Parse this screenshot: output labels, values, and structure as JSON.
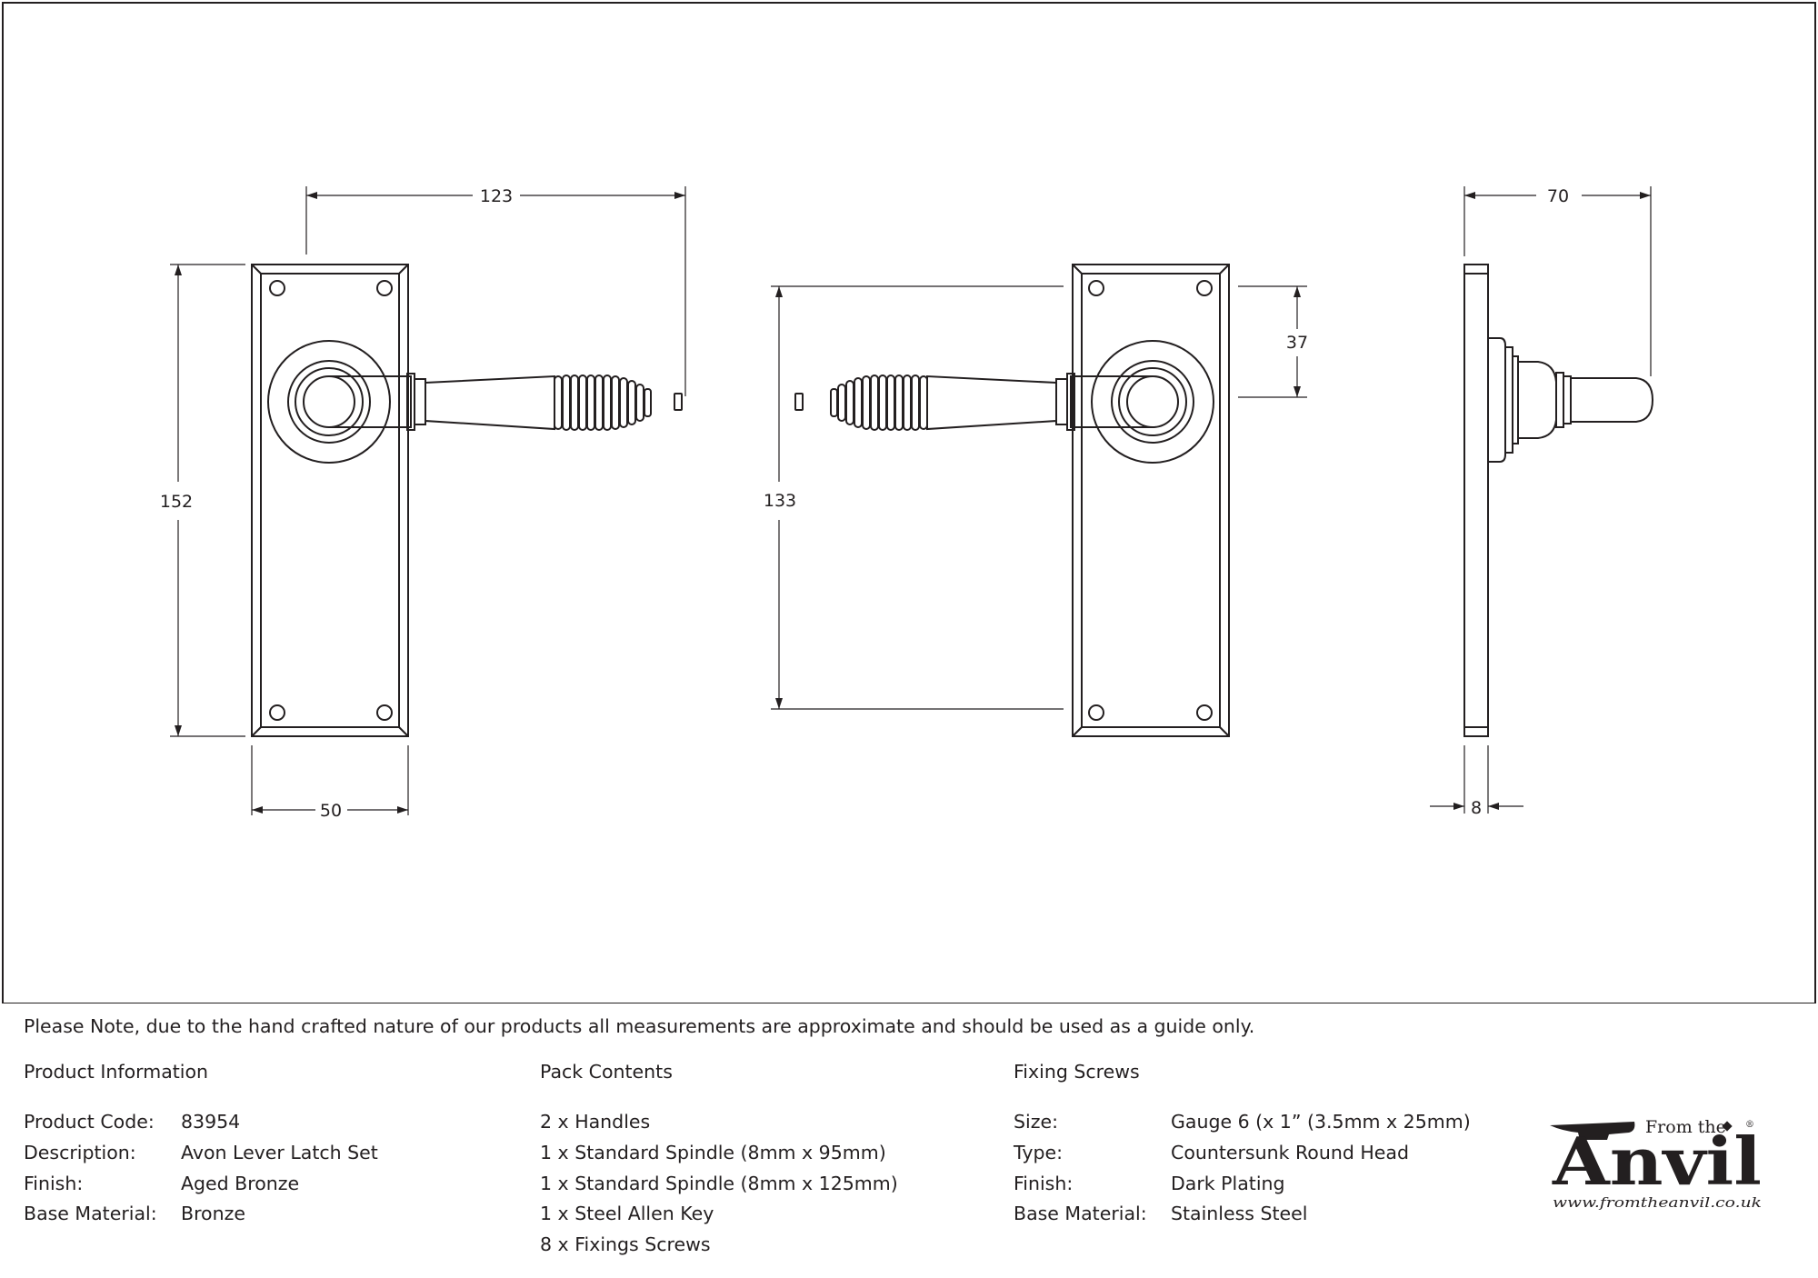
{
  "dimensions": {
    "front_overall_width": "123",
    "front_height": "152",
    "front_plate_width": "50",
    "back_centres": "133",
    "back_handle_offset": "37",
    "side_projection": "70",
    "side_plate_thickness": "8"
  },
  "note": "Please Note, due to the hand crafted nature of our products all measurements are approximate and should be used as a guide only.",
  "product_information": {
    "heading": "Product Information",
    "rows": [
      {
        "label": "Product Code:",
        "value": "83954"
      },
      {
        "label": "Description:",
        "value": "Avon Lever Latch Set"
      },
      {
        "label": "Finish:",
        "value": "Aged Bronze"
      },
      {
        "label": "Base Material:",
        "value": "Bronze"
      }
    ]
  },
  "pack_contents": {
    "heading": "Pack Contents",
    "items": [
      "2 x Handles",
      "1 x Standard Spindle (8mm x 95mm)",
      "1 x Standard Spindle (8mm x 125mm)",
      "1 x Steel Allen Key",
      "8 x Fixings Screws"
    ]
  },
  "fixing_screws": {
    "heading": "Fixing Screws",
    "rows": [
      {
        "label": "Size:",
        "value": "Gauge 6 (x 1” (3.5mm x 25mm)"
      },
      {
        "label": "Type:",
        "value": "Countersunk Round Head"
      },
      {
        "label": "Finish:",
        "value": "Dark Plating"
      },
      {
        "label": "Base Material:",
        "value": "Stainless Steel"
      }
    ]
  },
  "logo": {
    "from_the": "From the",
    "brand": "Anvil",
    "registered": "®",
    "url": "www.fromtheanvil.co.uk"
  },
  "colors": {
    "line": "#231f20",
    "background": "#ffffff"
  }
}
